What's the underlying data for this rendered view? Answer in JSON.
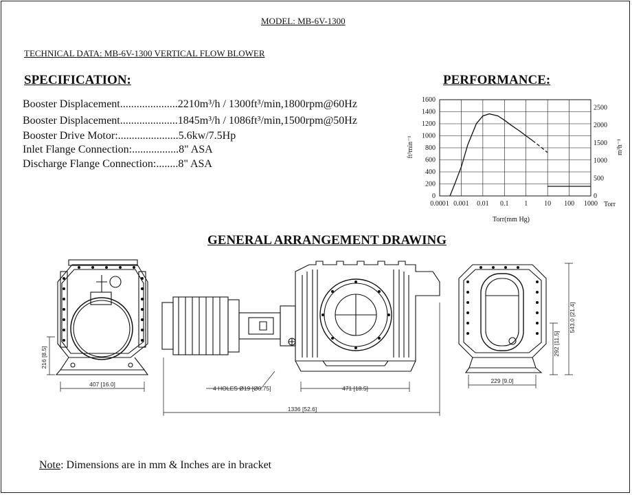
{
  "document": {
    "model_title": "MODEL: MB-6V-1300",
    "technical_data": "TECHNICAL DATA: MB-6V-1300 VERTICAL FLOW BLOWER",
    "specification_heading": "SPECIFICATION:",
    "performance_heading": "PERFORMANCE:",
    "ga_heading": "GENERAL ARRANGEMENT DRAWING",
    "note_label": "Note",
    "note_text": ": Dimensions are in mm & Inches are in bracket"
  },
  "specs": [
    {
      "label": "Booster Displacement.....................",
      "value": "2210m³/h / 1300ft³/min,1800rpm@60Hz"
    },
    {
      "label": "Booster Displacement.....................",
      "value": "1845m³/h / 1086ft³/min,1500rpm@50Hz"
    },
    {
      "label": "Booster Drive Motor:......................",
      "value": "5.6kw/7.5Hp"
    },
    {
      "label": "Inlet Flange Connection:.................",
      "value": "8\" ASA"
    },
    {
      "label": "Discharge Flange Connection:........",
      "value": "8\" ASA"
    }
  ],
  "chart_data": {
    "type": "line",
    "xlabel": "Torr(mm Hg)",
    "ylabel_left": "ft³min⁻¹",
    "ylabel_right": "m³h⁻¹",
    "x_scale": "log",
    "x_ticks": [
      "0.0001",
      "0.001",
      "0.01",
      "0.1",
      "1",
      "10",
      "100",
      "1000"
    ],
    "x_unit_label": "Torr",
    "y_left_ticks": [
      0,
      200,
      400,
      600,
      800,
      1000,
      1200,
      1400,
      1600
    ],
    "y_right_ticks": [
      0,
      500,
      1000,
      1500,
      2000,
      2500
    ],
    "ylim": [
      0,
      1600
    ],
    "grid": true,
    "series": [
      {
        "style": "solid",
        "x": [
          0.0003,
          0.0005,
          0.001,
          0.002,
          0.005,
          0.01,
          0.02,
          0.05,
          0.1,
          0.2,
          0.5,
          1,
          2
        ],
        "y": [
          0,
          200,
          480,
          850,
          1200,
          1330,
          1365,
          1330,
          1260,
          1180,
          1080,
          1000,
          920
        ]
      },
      {
        "style": "dashed",
        "x": [
          2,
          5,
          10
        ],
        "y": [
          920,
          810,
          720
        ]
      },
      {
        "style": "solid",
        "x": [
          10,
          1000
        ],
        "y": [
          160,
          160
        ]
      }
    ]
  },
  "dimensions": {
    "d216": "216 [8.5]",
    "d407": "407 [16.0]",
    "holes": "4 HOLES Ø19 [Ø0.75]",
    "d471": "471 [18.5]",
    "d1336": "1336 [52.6]",
    "d229": "229 [9.0]",
    "d292": "292 [11.5]",
    "d543": "543.0 [21.4]"
  }
}
